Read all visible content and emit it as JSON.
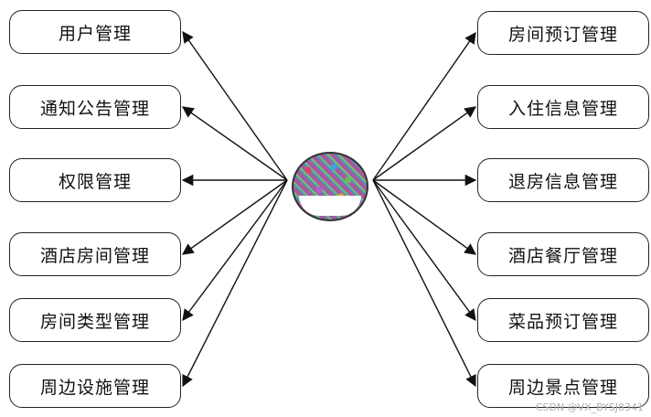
{
  "diagram": {
    "left_modules": [
      "用户管理",
      "通知公告管理",
      "权限管理",
      "酒店房间管理",
      "房间类型管理",
      "周边设施管理"
    ],
    "right_modules": [
      "房间预订管理",
      "入住信息管理",
      "退房信息管理",
      "酒店餐厅管理",
      "菜品预订管理",
      "周边景点管理"
    ],
    "watermark": "CSDN @VX_BYSJ8341",
    "line_color": "#111111"
  }
}
